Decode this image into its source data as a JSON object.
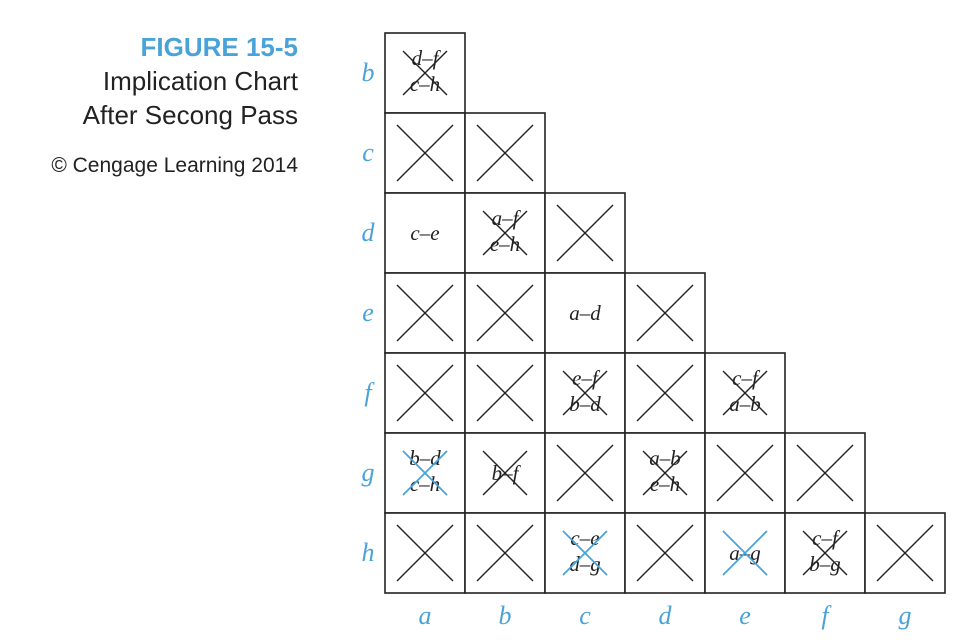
{
  "figure": {
    "label": "FIGURE 15-5",
    "title_line1": "Implication Chart",
    "title_line2": "After Secong Pass",
    "copyright": "© Cengage Learning 2014"
  },
  "chart": {
    "row_labels": [
      "b",
      "c",
      "d",
      "e",
      "f",
      "g",
      "h"
    ],
    "col_labels": [
      "a",
      "b",
      "c",
      "d",
      "e",
      "f",
      "g"
    ],
    "cells": [
      [
        {
          "pairs": [
            "d–f",
            "c–h"
          ],
          "cross": "black"
        }
      ],
      [
        {
          "pairs": [],
          "cross": "black"
        },
        {
          "pairs": [],
          "cross": "black"
        }
      ],
      [
        {
          "pairs": [
            "c–e"
          ],
          "cross": "none"
        },
        {
          "pairs": [
            "a–f",
            "e–h"
          ],
          "cross": "black"
        },
        {
          "pairs": [],
          "cross": "black"
        }
      ],
      [
        {
          "pairs": [],
          "cross": "black"
        },
        {
          "pairs": [],
          "cross": "black"
        },
        {
          "pairs": [
            "a–d"
          ],
          "cross": "none"
        },
        {
          "pairs": [],
          "cross": "black"
        }
      ],
      [
        {
          "pairs": [],
          "cross": "black"
        },
        {
          "pairs": [],
          "cross": "black"
        },
        {
          "pairs": [
            "e–f",
            "b–d"
          ],
          "cross": "black"
        },
        {
          "pairs": [],
          "cross": "black"
        },
        {
          "pairs": [
            "c–f",
            "a–b"
          ],
          "cross": "black"
        }
      ],
      [
        {
          "pairs": [
            "b–d",
            "c–h"
          ],
          "cross": "blue"
        },
        {
          "pairs": [
            "b–f"
          ],
          "cross": "black"
        },
        {
          "pairs": [],
          "cross": "black"
        },
        {
          "pairs": [
            "a–b",
            "e–h"
          ],
          "cross": "black"
        },
        {
          "pairs": [],
          "cross": "black"
        },
        {
          "pairs": [],
          "cross": "black"
        }
      ],
      [
        {
          "pairs": [],
          "cross": "black"
        },
        {
          "pairs": [],
          "cross": "black"
        },
        {
          "pairs": [
            "c–e",
            "d–g"
          ],
          "cross": "blue"
        },
        {
          "pairs": [],
          "cross": "black"
        },
        {
          "pairs": [
            "a–g"
          ],
          "cross": "blue"
        },
        {
          "pairs": [
            "c–f",
            "b–g"
          ],
          "cross": "black"
        },
        {
          "pairs": [],
          "cross": "black"
        }
      ]
    ]
  },
  "colors": {
    "accent": "#4aa3d8",
    "ink": "#222222"
  }
}
